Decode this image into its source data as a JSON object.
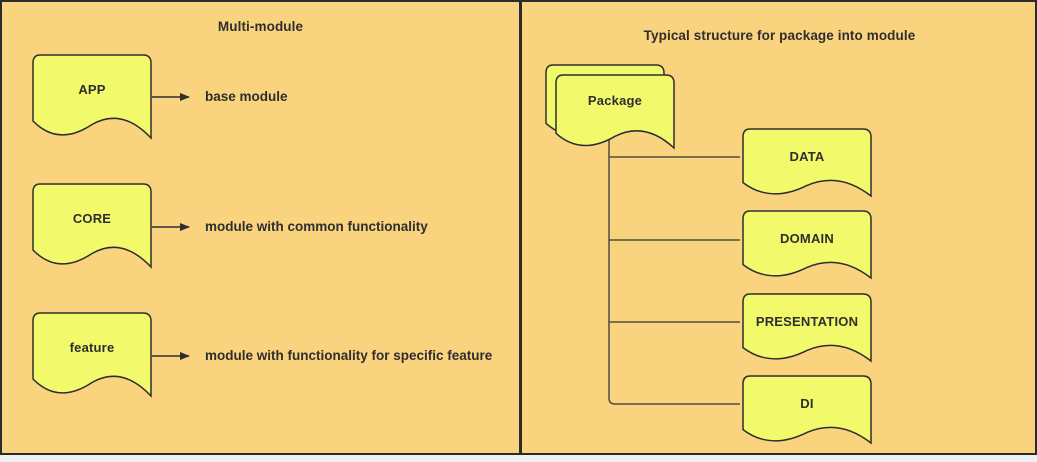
{
  "palette": {
    "bg": "#fad37e",
    "shape_fill": "#f2fa6c",
    "shape_border": "#2e2e2e",
    "line": "#4c4c44",
    "arrow": "#2e2e2e",
    "text": "#2e2e2e",
    "frame": "#2b2b2b",
    "footer": "#efefef"
  },
  "left_panel": {
    "title": "Multi-module",
    "modules": [
      {
        "label": "APP",
        "description": "base module"
      },
      {
        "label": "CORE",
        "description": "module with common functionality"
      },
      {
        "label": "feature",
        "description": "module with functionality for specific feature"
      }
    ]
  },
  "right_panel": {
    "title": "Typical structure for package into module",
    "package_label": "Package",
    "children": [
      "DATA",
      "DOMAIN",
      "PRESENTATION",
      "DI"
    ]
  }
}
